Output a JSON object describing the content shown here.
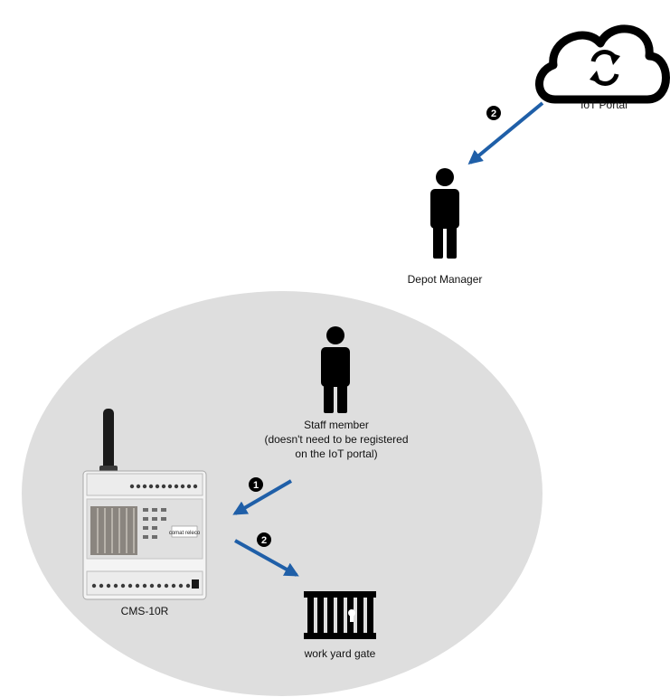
{
  "cloud": {
    "label": "IoT Portal"
  },
  "manager": {
    "label": "Depot Manager"
  },
  "staff": {
    "lines": [
      "Staff member",
      "(doesn't need to be registered",
      "on the IoT portal)"
    ]
  },
  "device": {
    "label": "CMS-10R",
    "brand_text": "comat releco"
  },
  "gate": {
    "label": "work yard gate"
  },
  "steps": {
    "one": "1",
    "two_top": "2",
    "two_bottom": "2"
  },
  "colors": {
    "arrow": "#1f5fa8",
    "zone": "#dedede",
    "ink": "#000000"
  }
}
